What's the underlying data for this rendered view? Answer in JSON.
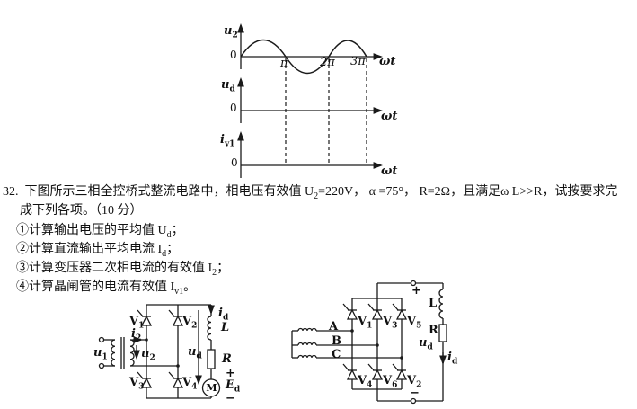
{
  "ink_color": "#1a1a1a",
  "wave": {
    "description": "three stacked waveform axes; top shows 1.5 sine periods of u2, lower two axes (ud, iv1) are blank with dashed guides at pi, 2pi, 3pi",
    "u2": {
      "m": "u",
      "s": "2"
    },
    "ud": {
      "m": "u",
      "s": "d"
    },
    "iv1": {
      "m": "i",
      "s": "v1"
    },
    "zero": "0",
    "pi": "π",
    "twopi": "2π",
    "threepi": "3π",
    "omega_t": "ωt"
  },
  "problem": {
    "num": "32.",
    "l1a": "下图所示三相全控桥式整流电路中，相电压有效值 U",
    "l1sub": "2",
    "l1b": "=220V， α =75°， R=2Ω，且满足ω L>>R，试按要求完",
    "l2": "成下列各项。（10 分）",
    "items": [
      {
        "a": "①计算输出电压的平均值 U",
        "s": "d",
        "b": "；"
      },
      {
        "a": "②计算直流输出平均电流 I",
        "s": "d",
        "b": "；"
      },
      {
        "a": "③计算变压器二次相电流的有效值 I",
        "s": "2",
        "b": "；"
      },
      {
        "a": "④计算晶闸管的电流有效值 I",
        "s": "v1",
        "b": "。"
      }
    ]
  },
  "lc": {
    "u1": {
      "m": "u",
      "s": "1"
    },
    "i2": {
      "m": "i",
      "s": "2"
    },
    "u2": {
      "m": "u",
      "s": "2"
    },
    "v1": {
      "m": "V",
      "s": "1"
    },
    "v2": {
      "m": "V",
      "s": "2"
    },
    "v3": {
      "m": "V",
      "s": "3"
    },
    "v4": {
      "m": "V",
      "s": "4"
    },
    "id": {
      "m": "i",
      "s": "d"
    },
    "ud": {
      "m": "u",
      "s": "d"
    },
    "ed": {
      "m": "E",
      "s": "d"
    },
    "L": "L",
    "R": "R",
    "M": "M",
    "plus": "+",
    "minus": "−"
  },
  "rc": {
    "A": "A",
    "B": "B",
    "C": "C",
    "v1": {
      "m": "V",
      "s": "1"
    },
    "v3": {
      "m": "V",
      "s": "3"
    },
    "v5": {
      "m": "V",
      "s": "5"
    },
    "v4": {
      "m": "V",
      "s": "4"
    },
    "v6": {
      "m": "V",
      "s": "6"
    },
    "v2": {
      "m": "V",
      "s": "2"
    },
    "L": "L",
    "R": "R",
    "ud": {
      "m": "u",
      "s": "d"
    },
    "id": {
      "m": "i",
      "s": "d"
    },
    "plus": "+",
    "minus": "−"
  }
}
